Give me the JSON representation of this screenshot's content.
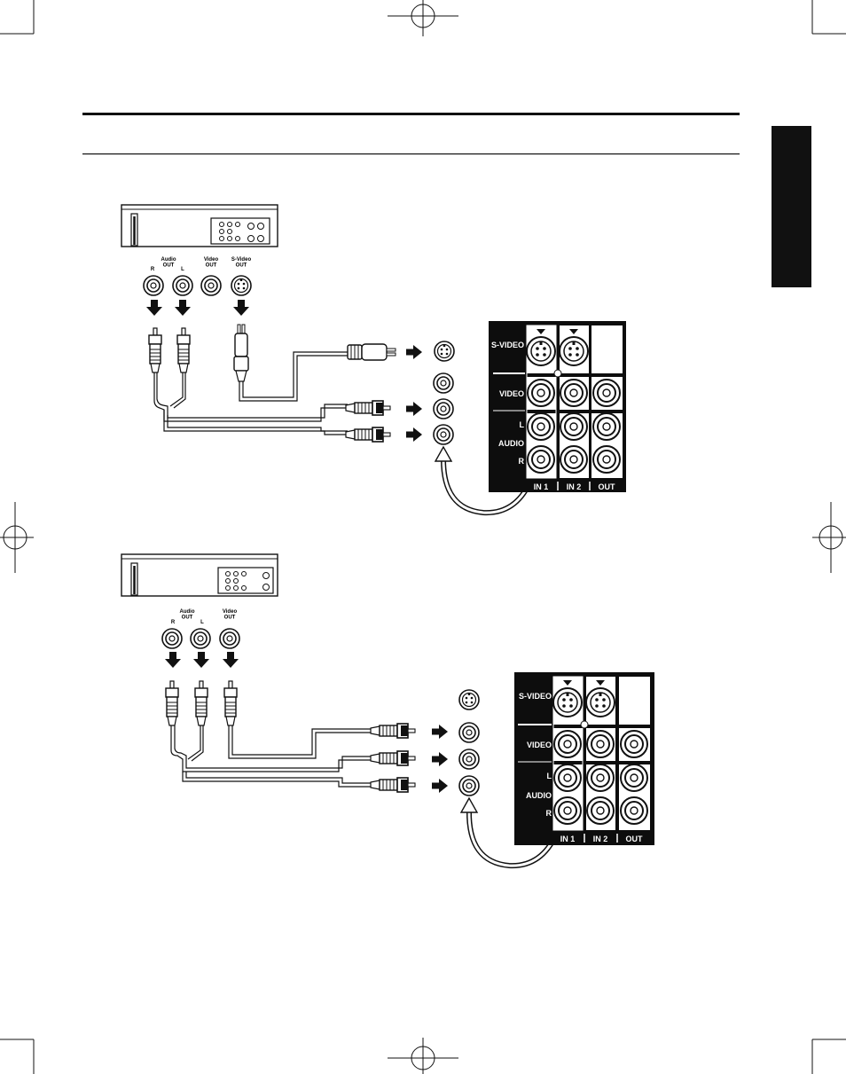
{
  "colors": {
    "ink": "#111111",
    "panel": "#0d0d0d",
    "paper": "#ffffff",
    "tab": "#111111"
  },
  "icons": {
    "registration": "crosshair-registration-icon",
    "arrow": "black-arrow-icon",
    "loop": "hollow-curved-arrow-icon"
  },
  "diagram1": {
    "jack_labels": {
      "r": "R",
      "audio_out": "Audio\nOUT",
      "l": "L",
      "video_out": "Video\nOUT",
      "svideo_out": "S-Video\nOUT"
    },
    "panel": {
      "svideo": "S-VIDEO",
      "video": "VIDEO",
      "l": "L",
      "audio": "AUDIO",
      "r": "R",
      "in1": "IN 1",
      "in2": "IN 2",
      "out": "OUT"
    }
  },
  "diagram2": {
    "jack_labels": {
      "r": "R",
      "audio_out": "Audio\nOUT",
      "l": "L",
      "video_out": "Video\nOUT"
    },
    "panel": {
      "svideo": "S-VIDEO",
      "video": "VIDEO",
      "l": "L",
      "audio": "AUDIO",
      "r": "R",
      "in1": "IN 1",
      "in2": "IN 2",
      "out": "OUT"
    }
  }
}
